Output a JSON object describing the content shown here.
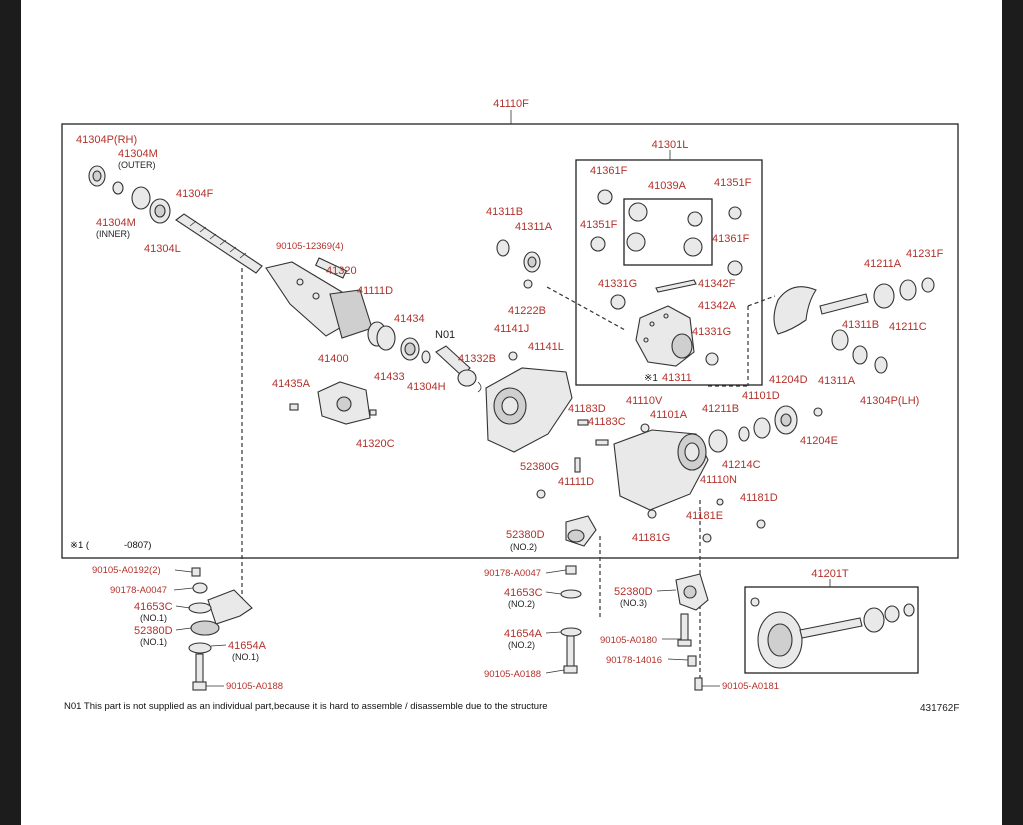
{
  "diagram": {
    "assembly_label": "41110F",
    "ref_code": "431762F",
    "footnote": "N01 This part is not supplied as an individual part,because it is hard to assemble / disassemble due to the structure",
    "range_note": "※1 (        -0807)",
    "parts": {
      "p41304p_rh": "41304P(RH)",
      "p41304m_outer": "41304M",
      "p41304m_outer_sub": "(OUTER)",
      "p41304f": "41304F",
      "p41304m_inner": "41304M",
      "p41304m_inner_sub": "(INNER)",
      "p41304l": "41304L",
      "p90105_12369": "90105-12369(4)",
      "p41320": "41320",
      "p41111d_a": "41111D",
      "p41434": "41434",
      "n01": "N01",
      "p41400": "41400",
      "p41435a": "41435A",
      "p41433": "41433",
      "p41304h": "41304H",
      "p41332b": "41332B",
      "p41320c": "41320C",
      "p41311b_a": "41311B",
      "p41311a_a": "41311A",
      "p41222b": "41222B",
      "p41141j": "41141J",
      "p41141l": "41141L",
      "p41301l": "41301L",
      "p41361f_a": "41361F",
      "p41039a": "41039A",
      "p41351f_a": "41351F",
      "p41351f_b": "41351F",
      "p41361f_b": "41361F",
      "p41331g_a": "41331G",
      "p41342f": "41342F",
      "p41342a": "41342A",
      "p41331g_b": "41331G",
      "p41311_mark": "※1",
      "p41311": "41311",
      "p41211a": "41211A",
      "p41231f": "41231F",
      "p41311b_b": "41311B",
      "p41211c": "41211C",
      "p41311a_b": "41311A",
      "p41304p_lh": "41304P(LH)",
      "p41204d": "41204D",
      "p41101d": "41101D",
      "p41204e": "41204E",
      "p41110v": "41110V",
      "p41101a": "41101A",
      "p41183d": "41183D",
      "p41183c": "41183C",
      "p41211b": "41211B",
      "p41214c": "41214C",
      "p41110n": "41110N",
      "p52380g": "52380G",
      "p41111d_b": "41111D",
      "p41181d": "41181D",
      "p41181e": "41181E",
      "p41181g": "41181G",
      "p52380d_no2": "52380D",
      "p52380d_no2_sub": "(NO.2)",
      "p90105_a0192": "90105-A0192(2)",
      "p90178_a0047_l": "90178-A0047",
      "p41653c_no1": "41653C",
      "p41653c_no1_sub": "(NO.1)",
      "p52380d_no1": "52380D",
      "p52380d_no1_sub": "(NO.1)",
      "p41654a_no1": "41654A",
      "p41654a_no1_sub": "(NO.1)",
      "p90105_a0188_l": "90105-A0188",
      "p90178_a0047_m": "90178-A0047",
      "p41653c_no2": "41653C",
      "p41653c_no2_sub": "(NO.2)",
      "p41654a_no2": "41654A",
      "p41654a_no2_sub": "(NO.2)",
      "p90105_a0188_m": "90105-A0188",
      "p52380d_no3": "52380D",
      "p52380d_no3_sub": "(NO.3)",
      "p90105_a0180": "90105-A0180",
      "p90178_14016": "90178-14016",
      "p90105_a0181": "90105-A0181",
      "p41201t": "41201T"
    }
  }
}
